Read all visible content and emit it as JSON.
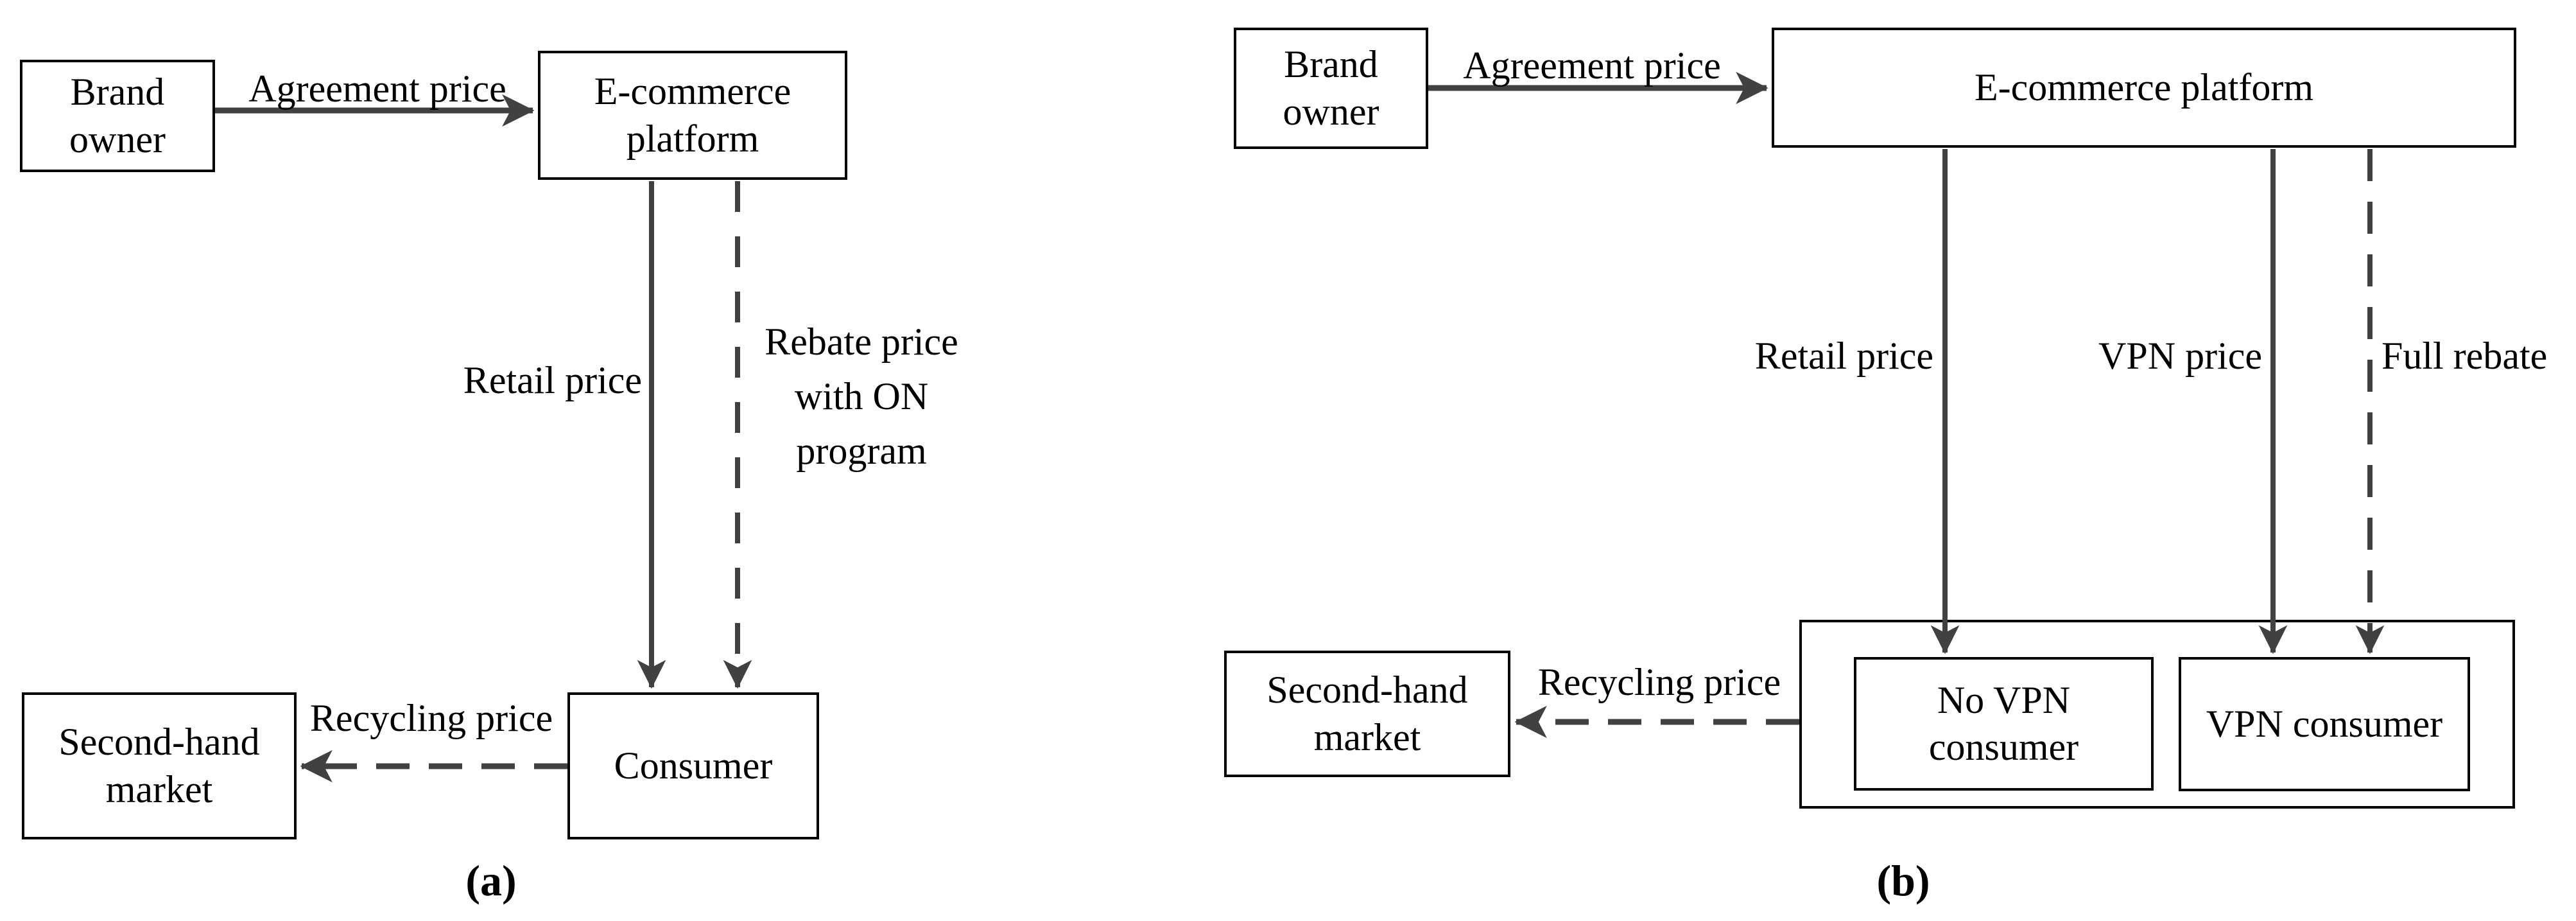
{
  "figure": {
    "colors": {
      "background": "#ffffff",
      "line": "#000000",
      "arrow": "#414141"
    },
    "caption_a": "(a)",
    "caption_b": "(b)",
    "diagram_a": {
      "nodes": {
        "brand_owner": "Brand\nowner",
        "platform": "E-commerce\nplatform",
        "consumer": "Consumer",
        "second_hand": "Second-hand\nmarket"
      },
      "edges": {
        "agreement": "Agreement price",
        "retail": "Retail price",
        "rebate": "Rebate price\nwith ON\nprogram",
        "recycling": "Recycling price"
      }
    },
    "diagram_b": {
      "nodes": {
        "brand_owner": "Brand\nowner",
        "platform": "E-commerce platform",
        "no_vpn_consumer": "No VPN\nconsumer",
        "vpn_consumer": "VPN consumer",
        "second_hand": "Second-hand\nmarket"
      },
      "edges": {
        "agreement": "Agreement price",
        "retail": "Retail price",
        "vpn": "VPN price",
        "full_rebate": "Full rebate",
        "recycling": "Recycling price"
      }
    }
  }
}
